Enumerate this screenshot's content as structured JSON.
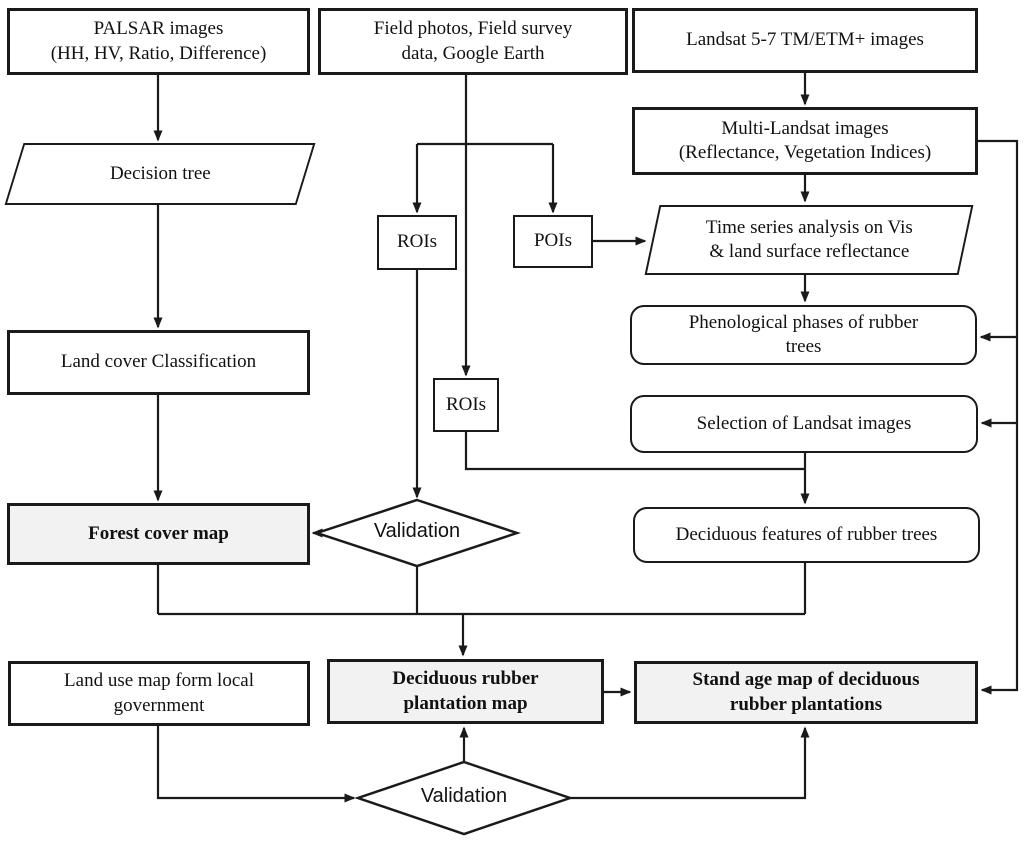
{
  "diagram": {
    "type": "flowchart",
    "colors": {
      "line": "#1a1a1a",
      "box_fill": "#ffffff",
      "shaded_box_fill": "#f2f2f2",
      "text": "#111111",
      "background": "#ffffff"
    },
    "nodes": {
      "palsar": {
        "label": "PALSAR images\n(HH, HV, Ratio, Difference)",
        "shape": "rect"
      },
      "field_data": {
        "label": "Field photos, Field survey\ndata, Google Earth",
        "shape": "rect"
      },
      "landsat": {
        "label": "Landsat 5-7 TM/ETM+ images",
        "shape": "rect"
      },
      "multi_landsat": {
        "label": "Multi-Landsat images\n(Reflectance, Vegetation Indices)",
        "shape": "rect"
      },
      "decision_tree": {
        "label": "Decision tree",
        "shape": "parallelogram"
      },
      "roi_1": {
        "label": "ROIs",
        "shape": "rect"
      },
      "pois": {
        "label": "POIs",
        "shape": "rect"
      },
      "time_series": {
        "label": "Time series analysis on Vis\n& land surface reflectance",
        "shape": "parallelogram"
      },
      "phenological": {
        "label": "Phenological phases of rubber\ntrees",
        "shape": "rounded"
      },
      "land_cover": {
        "label": "Land cover Classification",
        "shape": "rect"
      },
      "roi_2": {
        "label": "ROIs",
        "shape": "rect"
      },
      "selection": {
        "label": "Selection of Landsat images",
        "shape": "rounded"
      },
      "forest_cover": {
        "label": "Forest cover map",
        "shape": "rect-shaded"
      },
      "validation_1": {
        "label": "Validation",
        "shape": "diamond"
      },
      "deciduous_features": {
        "label": "Deciduous features of rubber trees",
        "shape": "rounded"
      },
      "land_use": {
        "label": "Land use map form local\ngovernment",
        "shape": "rect"
      },
      "deciduous_map": {
        "label": "Deciduous rubber\nplantation map",
        "shape": "rect-shaded"
      },
      "stand_age": {
        "label": "Stand age map of deciduous\nrubber plantations",
        "shape": "rect-shaded"
      },
      "validation_2": {
        "label": "Validation",
        "shape": "diamond"
      }
    },
    "edges": [
      {
        "from": "palsar",
        "to": "decision_tree"
      },
      {
        "from": "decision_tree",
        "to": "land_cover"
      },
      {
        "from": "land_cover",
        "to": "forest_cover"
      },
      {
        "from": "field_data",
        "to": "roi_1"
      },
      {
        "from": "field_data",
        "to": "pois"
      },
      {
        "from": "field_data",
        "to": "roi_2"
      },
      {
        "from": "roi_1",
        "to": "validation_1"
      },
      {
        "from": "validation_1",
        "to": "forest_cover"
      },
      {
        "from": "pois",
        "to": "time_series"
      },
      {
        "from": "landsat",
        "to": "multi_landsat"
      },
      {
        "from": "multi_landsat",
        "to": "time_series"
      },
      {
        "from": "multi_landsat",
        "to": "phenological"
      },
      {
        "from": "multi_landsat",
        "to": "selection"
      },
      {
        "from": "multi_landsat",
        "to": "stand_age"
      },
      {
        "from": "time_series",
        "to": "phenological"
      },
      {
        "from": "roi_2",
        "to": "deciduous_features"
      },
      {
        "from": "selection",
        "to": "deciduous_features"
      },
      {
        "from": "forest_cover",
        "to": "deciduous_map"
      },
      {
        "from": "validation_1",
        "to": "deciduous_map"
      },
      {
        "from": "deciduous_features",
        "to": "deciduous_map"
      },
      {
        "from": "land_use",
        "to": "validation_2"
      },
      {
        "from": "validation_2",
        "to": "deciduous_map"
      },
      {
        "from": "validation_2",
        "to": "stand_age"
      },
      {
        "from": "deciduous_map",
        "to": "stand_age"
      }
    ]
  }
}
